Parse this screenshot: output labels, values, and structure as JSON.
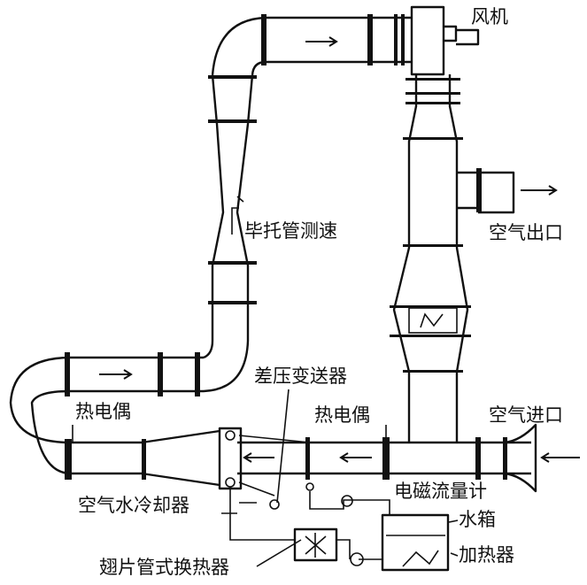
{
  "labels": {
    "fan": "风机",
    "air_outlet": "空气出口",
    "pitot": "毕托管测速",
    "diff_pressure": "差压变送器",
    "thermocouple_left": "热电偶",
    "thermocouple_right": "热电偶",
    "air_inlet": "空气进口",
    "air_water_cooler": "空气水冷却器",
    "em_flowmeter": "电磁流量计",
    "water_tank": "水箱",
    "heater": "加热器",
    "fin_tube_hx": "翅片管式换热器"
  }
}
